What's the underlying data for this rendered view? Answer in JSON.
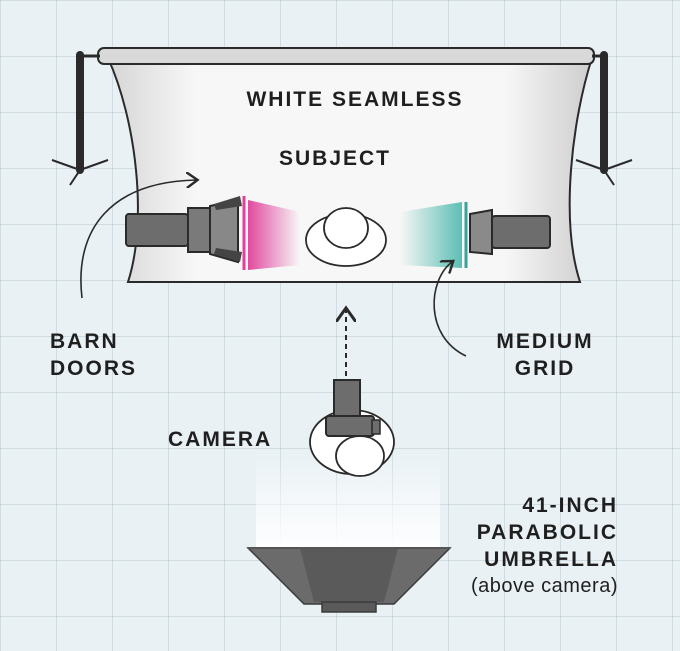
{
  "labels": {
    "backdrop": "WHITE SEAMLESS",
    "subject": "SUBJECT",
    "barn_doors": [
      "BARN",
      "DOORS"
    ],
    "medium_grid": [
      "MEDIUM",
      "GRID"
    ],
    "camera": "CAMERA",
    "umbrella": [
      "41-INCH",
      "PARABOLIC",
      "UMBRELLA"
    ],
    "umbrella_note": "(above camera)"
  },
  "colors": {
    "backdrop": "#f3f3f3",
    "backdrop_shadow": "#cfcfcf",
    "stand": "#2a2a2a",
    "light_body": "#6d6d6d",
    "magenta_gel": "#e0419a",
    "teal_gel": "#4bb8ad",
    "umbrella": "#6b6b6b",
    "label_text": "#1f1f1f"
  }
}
